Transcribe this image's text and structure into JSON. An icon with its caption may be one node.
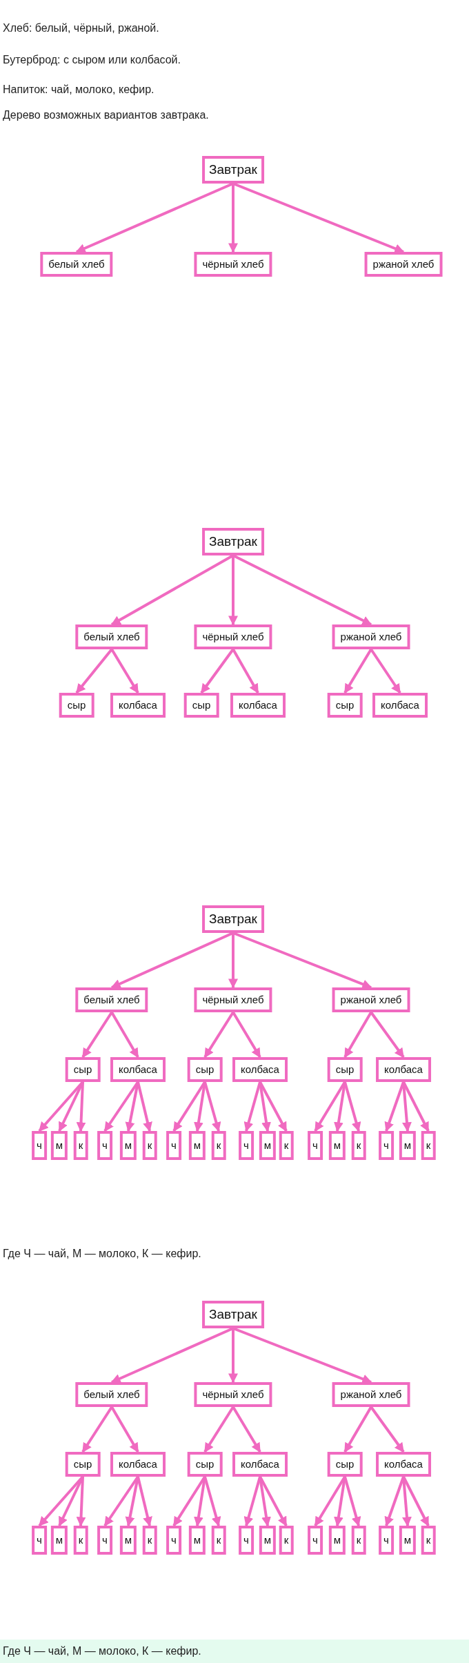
{
  "diagram": {
    "nodes": [
      {
        "text": [
          "Завтрак"
        ]
      },
      {
        "text": [
          "белый хлеб"
        ]
      },
      {
        "text": [
          "чёрный хлеб"
        ]
      },
      {
        "text": [
          "ржаной хлеб"
        ]
      },
      {
        "text": [
          "Завтрак"
        ]
      },
      {
        "text": [
          "белый хлеб"
        ]
      },
      {
        "text": [
          "чёрный хлеб"
        ]
      },
      {
        "text": [
          "ржаной хлеб"
        ]
      },
      {
        "text": [
          "сыр"
        ]
      },
      {
        "text": [
          "колбаса"
        ]
      },
      {
        "text": [
          "сыр"
        ]
      },
      {
        "text": [
          "колбаса"
        ]
      },
      {
        "text": [
          "сыр"
        ]
      },
      {
        "text": [
          "колбаса"
        ]
      },
      {
        "text": [
          "Завтрак"
        ]
      },
      {
        "text": [
          "белый хлеб"
        ]
      },
      {
        "text": [
          "чёрный хлеб"
        ]
      },
      {
        "text": [
          "ржаной хлеб"
        ]
      },
      {
        "text": [
          "сыр"
        ]
      },
      {
        "text": [
          "колбаса"
        ]
      },
      {
        "text": [
          "сыр"
        ]
      },
      {
        "text": [
          "колбаса"
        ]
      },
      {
        "text": [
          "сыр"
        ]
      },
      {
        "text": [
          "колбаса"
        ]
      },
      {
        "text": [
          "ч"
        ]
      },
      {
        "text": [
          "м"
        ]
      },
      {
        "text": [
          "к"
        ]
      },
      {
        "text": [
          "ч"
        ]
      },
      {
        "text": [
          "м"
        ]
      },
      {
        "text": [
          "к"
        ]
      },
      {
        "text": [
          "ч"
        ]
      },
      {
        "text": [
          "м"
        ]
      },
      {
        "text": [
          "к"
        ]
      },
      {
        "text": [
          "ч"
        ]
      },
      {
        "text": [
          "м"
        ]
      },
      {
        "text": [
          "к"
        ]
      },
      {
        "text": [
          "ч"
        ]
      },
      {
        "text": [
          "м"
        ]
      },
      {
        "text": [
          "к"
        ]
      },
      {
        "text": [
          "ч"
        ]
      },
      {
        "text": [
          "м"
        ]
      },
      {
        "text": [
          "к"
        ]
      },
      {
        "text": [
          "Завтрак"
        ]
      },
      {
        "text": [
          "белый хлеб"
        ]
      },
      {
        "text": [
          "чёрный хлеб"
        ]
      },
      {
        "text": [
          "ржаной хлеб"
        ]
      },
      {
        "text": [
          "сыр"
        ]
      },
      {
        "text": [
          "колбаса"
        ]
      },
      {
        "text": [
          "сыр"
        ]
      },
      {
        "text": [
          "колбаса"
        ]
      },
      {
        "text": [
          "сыр"
        ]
      },
      {
        "text": [
          "колбаса"
        ]
      },
      {
        "text": [
          "ч"
        ]
      },
      {
        "text": [
          "м"
        ]
      },
      {
        "text": [
          "к"
        ]
      },
      {
        "text": [
          "ч"
        ]
      },
      {
        "text": [
          "м"
        ]
      },
      {
        "text": [
          "к"
        ]
      },
      {
        "text": [
          "ч"
        ]
      },
      {
        "text": [
          "м"
        ]
      },
      {
        "text": [
          "к"
        ]
      },
      {
        "text": [
          "ч"
        ]
      },
      {
        "text": [
          "м"
        ]
      },
      {
        "text": [
          "к"
        ]
      },
      {
        "text": [
          "ч"
        ]
      },
      {
        "text": [
          "м"
        ]
      },
      {
        "text": [
          "к"
        ]
      },
      {
        "text": [
          "ч"
        ]
      },
      {
        "text": [
          "м"
        ]
      },
      {
        "text": [
          "к"
        ]
      }
    ],
    "edges": [
      {
        "from": 0,
        "to": 1,
        "arrow": "to"
      },
      {
        "from": 0,
        "to": 2,
        "arrow": "to"
      },
      {
        "from": 0,
        "to": 3,
        "arrow": "to"
      },
      {
        "from": 4,
        "to": 5,
        "arrow": "to"
      },
      {
        "from": 4,
        "to": 6,
        "arrow": "to"
      },
      {
        "from": 4,
        "to": 7,
        "arrow": "to"
      },
      {
        "from": 5,
        "to": 8,
        "arrow": "to"
      },
      {
        "from": 5,
        "to": 9,
        "arrow": "to"
      },
      {
        "from": 6,
        "to": 10,
        "arrow": "to"
      },
      {
        "from": 6,
        "to": 11,
        "arrow": "to"
      },
      {
        "from": 7,
        "to": 12,
        "arrow": "to"
      },
      {
        "from": 7,
        "to": 13,
        "arrow": "to"
      },
      {
        "from": 14,
        "to": 15,
        "arrow": "to"
      },
      {
        "from": 14,
        "to": 16,
        "arrow": "to"
      },
      {
        "from": 14,
        "to": 17,
        "arrow": "to"
      },
      {
        "from": 15,
        "to": 18,
        "arrow": "to"
      },
      {
        "from": 15,
        "to": 19,
        "arrow": "to"
      },
      {
        "from": 16,
        "to": 20,
        "arrow": "to"
      },
      {
        "from": 16,
        "to": 21,
        "arrow": "to"
      },
      {
        "from": 17,
        "to": 22,
        "arrow": "to"
      },
      {
        "from": 17,
        "to": 23,
        "arrow": "to"
      },
      {
        "from": 18,
        "to": 24,
        "arrow": "to"
      },
      {
        "from": 18,
        "to": 25,
        "arrow": "to"
      },
      {
        "from": 18,
        "to": 26,
        "arrow": "to"
      },
      {
        "from": 19,
        "to": 27,
        "arrow": "to"
      },
      {
        "from": 19,
        "to": 28,
        "arrow": "to"
      },
      {
        "from": 19,
        "to": 29,
        "arrow": "to"
      },
      {
        "from": 20,
        "to": 30,
        "arrow": "to"
      },
      {
        "from": 20,
        "to": 31,
        "arrow": "to"
      },
      {
        "from": 20,
        "to": 32,
        "arrow": "to"
      },
      {
        "from": 21,
        "to": 33,
        "arrow": "to"
      },
      {
        "from": 21,
        "to": 34,
        "arrow": "to"
      },
      {
        "from": 21,
        "to": 35,
        "arrow": "to"
      },
      {
        "from": 22,
        "to": 36,
        "arrow": "to"
      },
      {
        "from": 22,
        "to": 37,
        "arrow": "to"
      },
      {
        "from": 22,
        "to": 38,
        "arrow": "to"
      },
      {
        "from": 23,
        "to": 39,
        "arrow": "to"
      },
      {
        "from": 23,
        "to": 40,
        "arrow": "to"
      },
      {
        "from": 23,
        "to": 41,
        "arrow": "to"
      },
      {
        "from": 42,
        "to": 43,
        "arrow": "to"
      },
      {
        "from": 42,
        "to": 44,
        "arrow": "to"
      },
      {
        "from": 42,
        "to": 45,
        "arrow": "to"
      },
      {
        "from": 43,
        "to": 46,
        "arrow": "to"
      },
      {
        "from": 43,
        "to": 47,
        "arrow": "to"
      },
      {
        "from": 44,
        "to": 48,
        "arrow": "to"
      },
      {
        "from": 44,
        "to": 49,
        "arrow": "to"
      },
      {
        "from": 45,
        "to": 50,
        "arrow": "to"
      },
      {
        "from": 45,
        "to": 51,
        "arrow": "to"
      },
      {
        "from": 46,
        "to": 52,
        "arrow": "to"
      },
      {
        "from": 46,
        "to": 53,
        "arrow": "to"
      },
      {
        "from": 46,
        "to": 54,
        "arrow": "to"
      },
      {
        "from": 47,
        "to": 55,
        "arrow": "to"
      },
      {
        "from": 47,
        "to": 56,
        "arrow": "to"
      },
      {
        "from": 47,
        "to": 57,
        "arrow": "to"
      },
      {
        "from": 48,
        "to": 58,
        "arrow": "to"
      },
      {
        "from": 48,
        "to": 59,
        "arrow": "to"
      },
      {
        "from": 48,
        "to": 60,
        "arrow": "to"
      },
      {
        "from": 49,
        "to": 61,
        "arrow": "to"
      },
      {
        "from": 49,
        "to": 62,
        "arrow": "to"
      },
      {
        "from": 49,
        "to": 63,
        "arrow": "to"
      },
      {
        "from": 50,
        "to": 64,
        "arrow": "to"
      },
      {
        "from": 50,
        "to": 65,
        "arrow": "to"
      },
      {
        "from": 50,
        "to": 66,
        "arrow": "to"
      },
      {
        "from": 51,
        "to": 67,
        "arrow": "to"
      },
      {
        "from": 51,
        "to": 68,
        "arrow": "to"
      },
      {
        "from": 51,
        "to": 69,
        "arrow": "to"
      }
    ],
    "labels": [
      "Хлеб: белый, чёрный, ржаной.",
      "Бутерброд: с сыром или колбасой.",
      "Напиток: чай, молоко, кефир.",
      "Дерево возможных вариантов завтрака.",
      "Где Ч — чай, М — молоко, К — кефир.",
      "Где Ч — чай, М — молоко, К — кефир."
    ]
  }
}
